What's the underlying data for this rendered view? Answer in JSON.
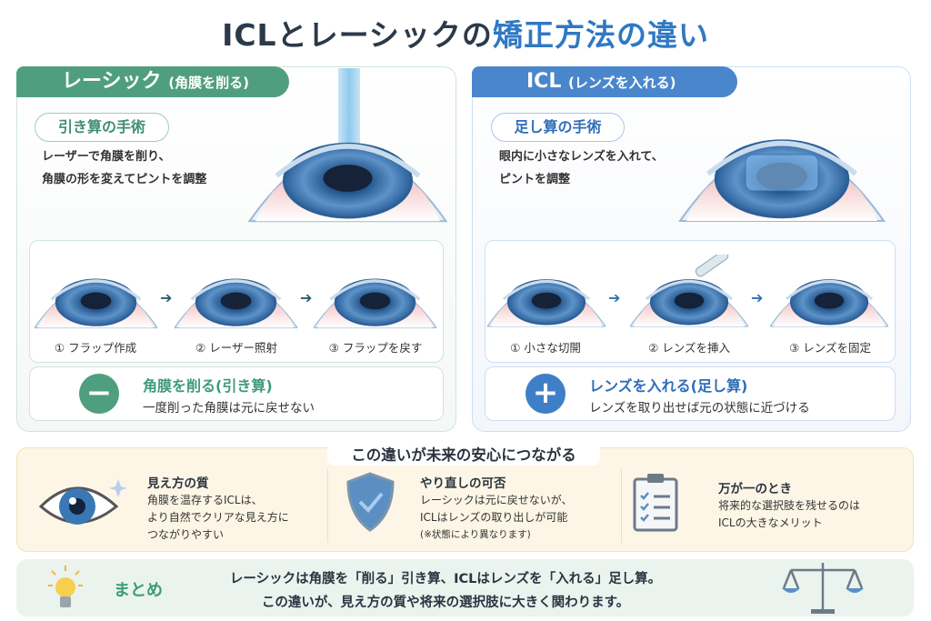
{
  "title": {
    "part1": "ICLとレーシックの",
    "part2": "矯正方法の違い"
  },
  "lasik": {
    "name": "レーシック",
    "name_sub": "(角膜を削る)",
    "pill": "引き算の手術",
    "desc": [
      "レーザーで角膜を削り、",
      "角膜の形を変えてピントを調整"
    ],
    "steps": [
      "① フラップ作成",
      "② レーザー照射",
      "③ フラップを戻す"
    ],
    "result_icon": "minus-icon",
    "result_title": "角膜を削る(引き算)",
    "result_sub": "一度削った角膜は元に戻せない",
    "color": "#4f9e80"
  },
  "icl": {
    "name": "ICL",
    "name_sub": "(レンズを入れる)",
    "pill": "足し算の手術",
    "desc": [
      "眼内に小さなレンズを入れて、",
      "ピントを調整"
    ],
    "steps": [
      "① 小さな切開",
      "② レンズを挿入",
      "③ レンズを固定"
    ],
    "result_icon": "plus-icon",
    "result_title": "レンズを入れる(足し算)",
    "result_sub": "レンズを取り出せば元の状態に近づける",
    "color": "#4a86cc"
  },
  "benefits": {
    "title": "この違いが未来の安心につながる",
    "items": [
      {
        "icon": "eye-icon",
        "heading": "見え方の質",
        "lines": [
          "角膜を温存するICLは、",
          "より自然でクリアな見え方に",
          "つながりやすい"
        ]
      },
      {
        "icon": "shield-icon",
        "heading": "やり直しの可否",
        "lines": [
          "レーシックは元に戻せないが、",
          "ICLはレンズの取り出しが可能",
          "(※状態により異なります)"
        ]
      },
      {
        "icon": "clipboard-icon",
        "heading": "万が一のとき",
        "lines": [
          "将来的な選択肢を残せるのは",
          "ICLの大きなメリット"
        ]
      }
    ]
  },
  "summary": {
    "label": "まとめ",
    "lines": [
      "レーシックは角膜を「削る」引き算、ICLはレンズを「入れる」足し算。",
      "この違いが、見え方の質や将来の選択肢に大きく関わります。"
    ]
  }
}
